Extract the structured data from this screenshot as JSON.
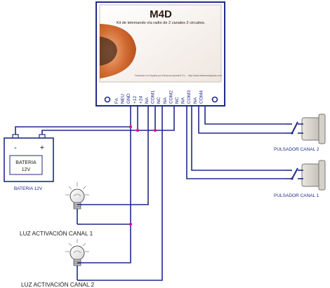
{
  "module": {
    "title": "M4D",
    "subtitle": "Kit de telemando vía radio de 2 canales 2 circuitos.",
    "footer": "Fabricado en España por Electrocomponent S.L. - http://www.telemandoymas.com",
    "pins": [
      "FA",
      "NEU",
      "GND",
      "+12",
      "+24",
      "NA",
      "COM1",
      "NC",
      "NA",
      "COM2",
      "NC",
      "NA",
      "COM3",
      "NA",
      "COM4"
    ],
    "colors": {
      "card_bg": "#f3ece6",
      "accent": "#c45a22",
      "wire": "#1f2a8a",
      "junction": "#e0117f"
    }
  },
  "battery": {
    "minus": "-",
    "plus": "+",
    "line1": "BATERIA",
    "line2": "12V",
    "caption": "BATERIA 12V"
  },
  "labels": {
    "luz1": "LUZ ACTIVACIÓN CANAL 1",
    "luz2": "LUZ ACTIVACIÓN CANAL 2",
    "puls2": "PULSADOR CANAL 2",
    "puls1": "PULSADOR CANAL 1"
  },
  "icons": [
    "bulb-icon",
    "pushbutton-icon",
    "battery-icon"
  ]
}
